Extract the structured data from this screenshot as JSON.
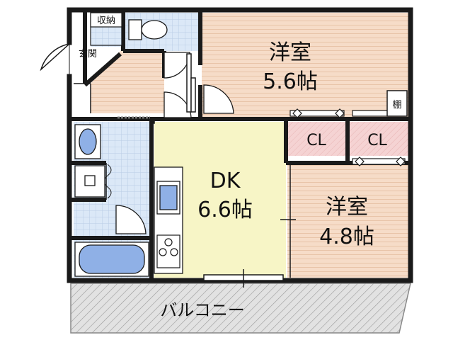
{
  "labels": {
    "storage": "収納",
    "entrance": "玄関",
    "western_room_1": "洋室",
    "western_room_1_size": "5.6帖",
    "western_room_2": "洋室",
    "western_room_2_size": "4.8帖",
    "dining_kitchen": "DK",
    "dining_kitchen_size": "6.6帖",
    "closet_1": "CL",
    "closet_2": "CL",
    "shelf": "棚",
    "balcony": "バルコニー"
  },
  "colors": {
    "wall": "#1a1a1a",
    "wood_floor": "#f6dcc8",
    "dk_floor": "#f7f5c6",
    "wet_area": "#dbe8f7",
    "tile_grid": "#b8cde6",
    "closet": "#f5d3d3",
    "balcony": "#dcdcdc",
    "fixture_blue": "#8fb0e6"
  }
}
